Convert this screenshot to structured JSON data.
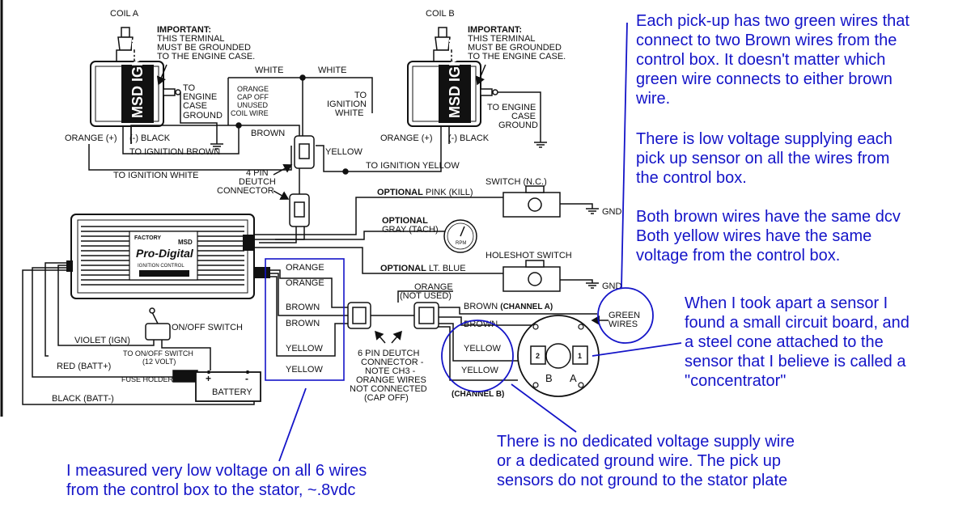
{
  "coil_a": {
    "title": "COIL A",
    "logo": "MSD IGNITION",
    "important_1": "IMPORTANT:",
    "important_2": "THIS TERMINAL",
    "important_3": "MUST BE GROUNDED",
    "important_4": "TO THE ENGINE CASE.",
    "to_1": "TO",
    "to_2": "ENGINE",
    "to_3": "CASE",
    "to_4": "GROUND",
    "orange": "ORANGE (+)",
    "black": "(-) BLACK"
  },
  "coil_b": {
    "title": "COIL B",
    "logo": "MSD IGNITION",
    "important_1": "IMPORTANT:",
    "important_2": "THIS TERMINAL",
    "important_3": "MUST BE GROUNDED",
    "important_4": "TO THE ENGINE CASE.",
    "to_1": "TO ENGINE",
    "to_2": "CASE",
    "to_3": "GROUND",
    "orange": "ORANGE (+)",
    "black": "(-) BLACK"
  },
  "wires": {
    "white_left": "WHITE",
    "white_right": "WHITE",
    "orange_cap_1": "ORANGE",
    "orange_cap_2": "CAP OFF",
    "orange_cap_3": "UNUSED",
    "orange_cap_4": "COIL WIRE",
    "brown": "BROWN",
    "to_ign_white_1": "TO",
    "to_ign_white_2": "IGNITION",
    "to_ign_white_3": "WHITE",
    "to_ign_brown": "TO IGNITION BROWN",
    "to_ign_white_long": "TO IGNITION WHITE",
    "yellow": "YELLOW",
    "to_ign_yellow": "TO IGNITION YELLOW",
    "four_pin_1": "4 PIN",
    "four_pin_2": "DEUTCH",
    "four_pin_3": "CONNECTOR",
    "optional_pink_b": "OPTIONAL",
    "optional_pink": " PINK (KILL)",
    "switch_nc": "SWITCH (N.C.)",
    "gnd_1": "GND",
    "optional_gray_b": "OPTIONAL",
    "optional_gray": "GRAY (TACH)",
    "holeshot": "HOLESHOT SWITCH",
    "optional_blue_b": "OPTIONAL",
    "optional_blue": " LT. BLUE",
    "gnd_2": "GND",
    "rpm": "RPM"
  },
  "box": {
    "factory": "FACTORY",
    "brand": "Pro-Digital",
    "msd": "MSD",
    "sub": "IGNITION CONTROL"
  },
  "harness": {
    "orange_1": "ORANGE",
    "orange_2": "ORANGE",
    "brown_1": "BROWN",
    "brown_2": "BROWN",
    "yellow_1": "YELLOW",
    "yellow_2": "YELLOW"
  },
  "stator": {
    "orange_not_used_1": "ORANGE",
    "orange_not_used_2": "(NOT USED)",
    "brown_a": "BROWN",
    "channel_a": "(CHANNEL A)",
    "brown_b": "BROWN",
    "yellow_a": "YELLOW",
    "yellow_b": "YELLOW",
    "channel_b": "(CHANNEL B)",
    "green_1": "GREEN",
    "green_2": "WIRES",
    "letter_b": "B",
    "letter_a": "A",
    "num_2": "2",
    "num_1": "1",
    "six_pin_1": "6 PIN DEUTCH",
    "six_pin_2": "CONNECTOR -",
    "six_pin_3": "NOTE CH3 -",
    "six_pin_4": "ORANGE WIRES",
    "six_pin_5": "NOT CONNECTED",
    "six_pin_6": "(CAP OFF)"
  },
  "power": {
    "on_off": "ON/OFF SWITCH",
    "violet": "VIOLET (IGN)",
    "to_switch_1": "TO ON/OFF SWITCH",
    "to_switch_2": "(12 VOLT)",
    "red": "RED (BATT+)",
    "fuse": "FUSE HOLDER",
    "battery": "BATTERY",
    "black": "BLACK (BATT-)",
    "plus": "+",
    "minus": "-"
  },
  "notes": {
    "pickup": "Each pick-up has two green wires that\nconnect to two Brown wires from the\ncontrol box. It doesn't matter which\ngreen wire connects to either brown\nwire.",
    "low_voltage": "There is low voltage supplying each\npick up sensor on all the wires from\nthe control box.",
    "same_dcv": "Both brown wires have the same dcv\nBoth yellow wires have the same\nvoltage from the control box.",
    "sensor": "When I took apart a sensor I\nfound a small circuit board, and\na steel cone attached to the\nsensor that I believe is called a\n\"concentrator\"",
    "no_supply": "There is no dedicated voltage supply wire\nor a dedicated ground wire. The pick up\nsensors do not ground to the stator plate",
    "measured": "I measured very low voltage on all 6 wires\nfrom the control box to the stator, ~.8vdc"
  },
  "colors": {
    "annotation": "#1414c8",
    "line": "#111111"
  }
}
